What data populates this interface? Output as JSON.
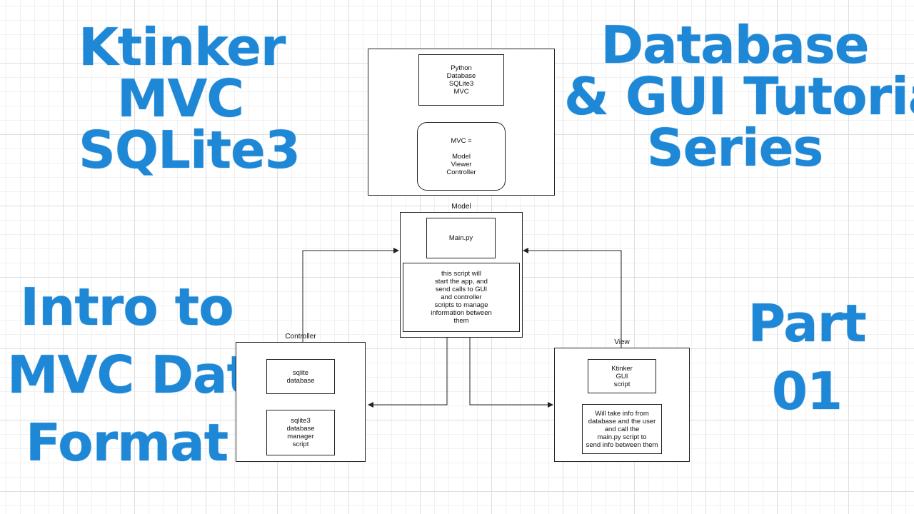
{
  "titles": {
    "top_left": [
      "Ktinker",
      "MVC",
      "SQLite3"
    ],
    "top_right": [
      "Database",
      "& GUI Tutorial",
      "Series"
    ],
    "bottom_left": [
      "Intro to",
      "MVC Data",
      "Format"
    ],
    "bottom_right": [
      "Part",
      "01"
    ]
  },
  "diagram": {
    "top": {
      "info_lines": [
        "Python",
        "Database",
        "SQLite3",
        "MVC"
      ],
      "mvc_lines": [
        "MVC =",
        "",
        "Model",
        "Viewer",
        "Controller"
      ]
    },
    "model": {
      "label": "Model",
      "main_file": "Main.py",
      "desc_lines": [
        "this script will",
        "start the app, and",
        "send calls to GUI",
        "and controller",
        "scripts to manage",
        "information between",
        "them"
      ]
    },
    "controller": {
      "label": "Controller",
      "db_lines": [
        "sqlite",
        "database"
      ],
      "manager_lines": [
        "sqlite3",
        "database",
        "manager",
        "script"
      ]
    },
    "view": {
      "label": "View",
      "gui_lines": [
        "Ktinker",
        "GUI",
        "script"
      ],
      "desc_lines": [
        "Will take info from",
        "database and the user",
        "and call the",
        "main.py script to",
        "send info between them"
      ]
    }
  }
}
